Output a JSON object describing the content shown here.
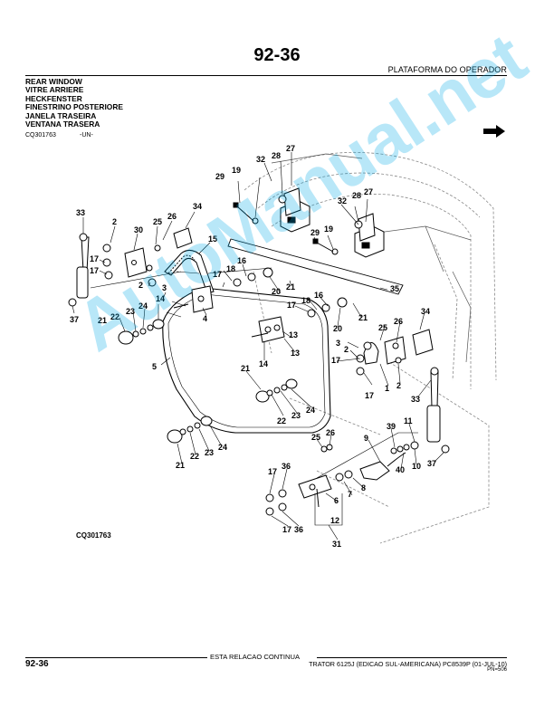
{
  "header": {
    "page_number": "92-36",
    "section_title": "PLATAFORMA DO OPERADOR"
  },
  "title_block": {
    "lines": [
      "REAR WINDOW",
      "VITRE ARRIERE",
      "HECKFENSTER",
      "FINESTRINO POSTERIORE",
      "JANELA TRASEIRA",
      "VENTANA TRASERA"
    ],
    "ref_code": "CQ301763",
    "ref_suffix": "-UN-"
  },
  "icons": {
    "nav_arrow": "arrow-right-icon"
  },
  "diagram": {
    "code": "CQ301763",
    "callouts": {
      "c27a": "27",
      "c28a": "28",
      "c32a": "32",
      "c19a": "19",
      "c29a": "29",
      "c34a": "34",
      "c26a": "26",
      "c25a": "25",
      "c30": "30",
      "c2a": "2",
      "c33a": "33",
      "c17a": "17",
      "c17b": "17",
      "c15": "15",
      "c16a": "16",
      "c18a": "18",
      "c17c": "17",
      "c2b": "2",
      "c3a": "3",
      "c14a": "14",
      "c37a": "37",
      "c32b": "32",
      "c28b": "28",
      "c27b": "27",
      "c19b": "19",
      "c29b": "29",
      "c35": "35",
      "c20a": "20",
      "c21a": "21",
      "c17d": "17",
      "c18b": "18",
      "c16b": "16",
      "c4": "4",
      "c21b": "21",
      "c22a": "22",
      "c23a": "23",
      "c24a": "24",
      "c20b": "20",
      "c21c": "21",
      "c3b": "3",
      "c2c": "2",
      "c25b": "25",
      "c26b": "26",
      "c34b": "34",
      "c13a": "13",
      "c13b": "13",
      "c14b": "14",
      "c5": "5",
      "c17e": "17",
      "c2d": "2",
      "c1": "1",
      "c17f": "17",
      "c21d": "21",
      "c22b": "22",
      "c23b": "23",
      "c24b": "24",
      "c33b": "33",
      "c25c": "25",
      "c26c": "26",
      "c9": "9",
      "c39": "39",
      "c11": "11",
      "c40": "40",
      "c10": "10",
      "c37b": "37",
      "c24c": "24",
      "c23c": "23",
      "c22c": "22",
      "c21e": "21",
      "c17g": "17",
      "c36a": "36",
      "c6": "6",
      "c7": "7",
      "c8": "8",
      "c17h": "17",
      "c36b": "36",
      "c12": "12",
      "c31": "31"
    }
  },
  "footer": {
    "continued": "ESTA RELACAO CONTINUA",
    "page_number": "92-36",
    "text": "TRATOR 6125J (EDICAO SUL-AMERICANA)   PC8539P   (01-JUL-10)",
    "pn": "PN=506"
  },
  "watermark": {
    "text": "AutoManual.net",
    "color": "#00aae6"
  }
}
